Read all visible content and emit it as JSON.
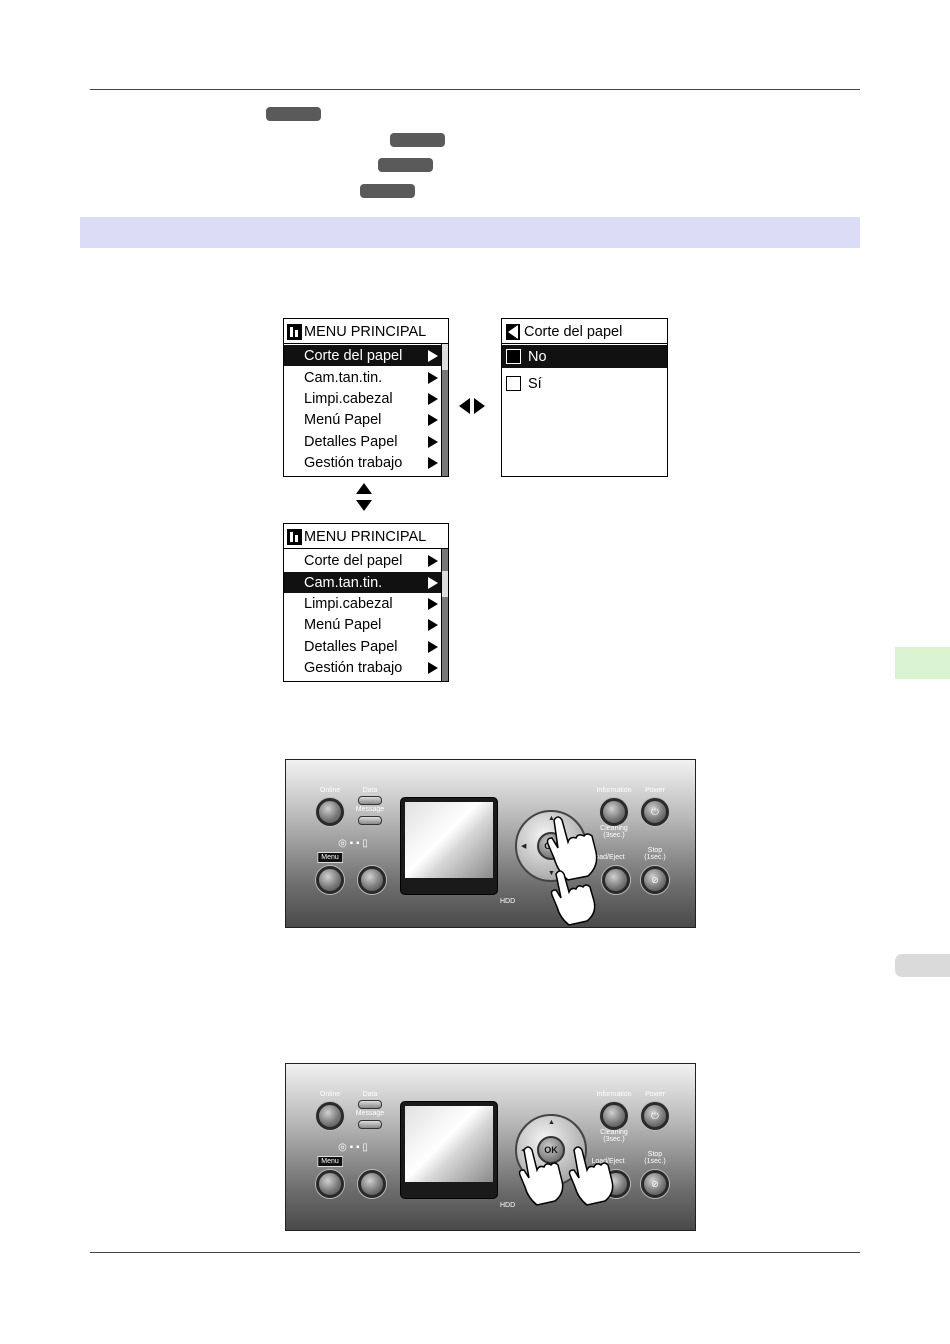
{
  "menu_screen_1": {
    "title": "MENU PRINCIPAL",
    "items": [
      "Corte del papel",
      "Cam.tan.tin.",
      "Limpi.cabezal",
      "Menú Papel",
      "Detalles Papel",
      "Gestión trabajo"
    ],
    "selected_index": 0
  },
  "submenu_screen": {
    "title": "Corte del papel",
    "options": [
      "No",
      "Sí"
    ],
    "selected_index": 0
  },
  "menu_screen_2": {
    "title": "MENU PRINCIPAL",
    "items": [
      "Corte del papel",
      "Cam.tan.tin.",
      "Limpi.cabezal",
      "Menú Papel",
      "Detalles Papel",
      "Gestión trabajo"
    ],
    "selected_index": 1
  },
  "control_panel": {
    "labels": {
      "online": "Online",
      "data": "Data",
      "message": "Message",
      "menu": "Menu",
      "information": "Information",
      "power": "Power",
      "cleaning": "Cleaning",
      "cleaning_note": "(3sec.)",
      "load_eject": "Load/Eject",
      "stop": "Stop",
      "stop_note": "(1sec.)",
      "ok": "OK",
      "hdd": "HDD"
    },
    "icons": [
      "power-icon",
      "stop-icon",
      "ink-icon",
      "paper-icon",
      "hand-pointer-icon"
    ]
  }
}
